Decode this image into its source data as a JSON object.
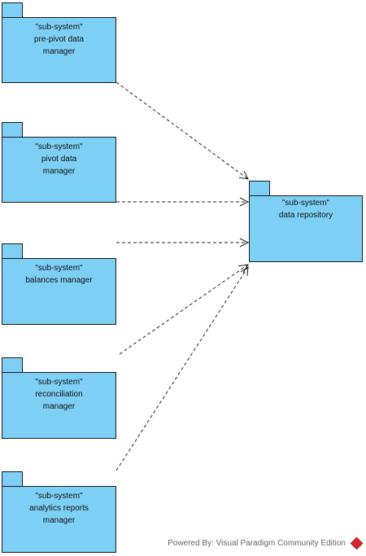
{
  "packages": [
    {
      "stereotype": "\"sub-system\"",
      "name_line1": "pre-pivot data",
      "name_line2": "manager"
    },
    {
      "stereotype": "\"sub-system\"",
      "name_line1": "pivot data",
      "name_line2": "manager"
    },
    {
      "stereotype": "\"sub-system\"",
      "name_line1": "balances manager",
      "name_line2": ""
    },
    {
      "stereotype": "\"sub-system\"",
      "name_line1": "reconciliation",
      "name_line2": "manager"
    },
    {
      "stereotype": "\"sub-system\"",
      "name_line1": "analytics reports",
      "name_line2": "manager"
    }
  ],
  "target": {
    "stereotype": "\"sub-system\"",
    "name_line1": "data repository"
  },
  "footer": {
    "text": "Powered By: Visual Paradigm Community Edition"
  },
  "colors": {
    "package_fill": "#7dcff5",
    "border": "#1a1a1a"
  }
}
